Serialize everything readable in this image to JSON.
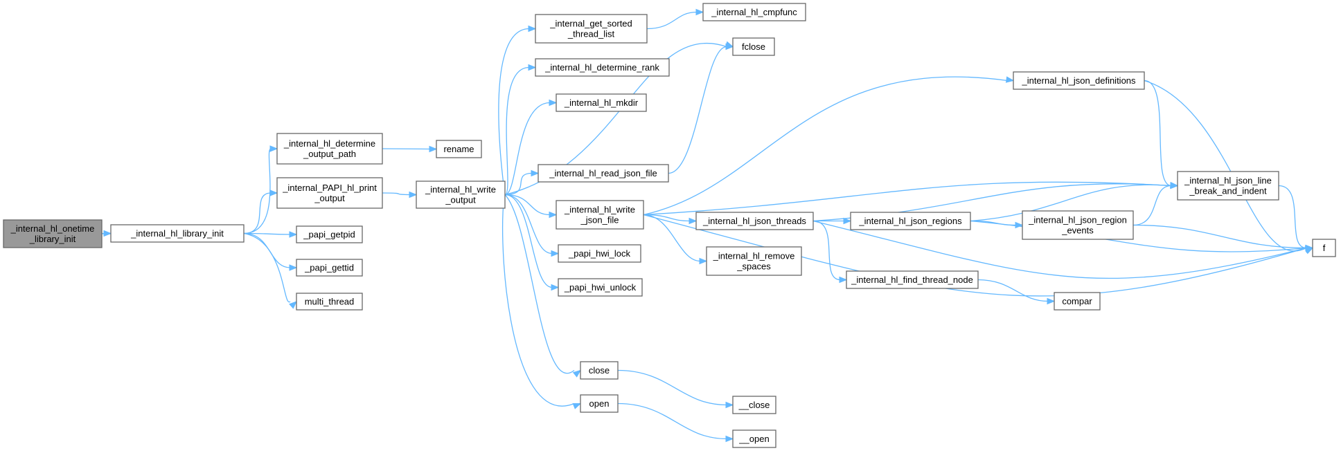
{
  "diagram": {
    "type": "call-graph",
    "colors": {
      "edge": "#63b8ff",
      "node_border": "#666666",
      "root_fill": "#999999",
      "node_fill": "#ffffff"
    },
    "nodes": [
      {
        "id": "onetime",
        "lines": [
          "_internal_hl_onetime",
          "_library_init"
        ],
        "root": true
      },
      {
        "id": "library_init",
        "lines": [
          "_internal_hl_library_init"
        ]
      },
      {
        "id": "determine_output_path",
        "lines": [
          "_internal_hl_determine",
          "_output_path"
        ]
      },
      {
        "id": "papi_print_output",
        "lines": [
          "_internal_PAPI_hl_print",
          "_output"
        ]
      },
      {
        "id": "papi_getpid",
        "lines": [
          "_papi_getpid"
        ]
      },
      {
        "id": "papi_gettid",
        "lines": [
          "_papi_gettid"
        ]
      },
      {
        "id": "multi_thread",
        "lines": [
          "multi_thread"
        ]
      },
      {
        "id": "rename",
        "lines": [
          "rename"
        ]
      },
      {
        "id": "write_output",
        "lines": [
          "_internal_hl_write",
          "_output"
        ]
      },
      {
        "id": "get_sorted_thread_list",
        "lines": [
          "_internal_get_sorted",
          "_thread_list"
        ]
      },
      {
        "id": "determine_rank",
        "lines": [
          "_internal_hl_determine_rank"
        ]
      },
      {
        "id": "mkdir",
        "lines": [
          "_internal_hl_mkdir"
        ]
      },
      {
        "id": "read_json_file",
        "lines": [
          "_internal_hl_read_json_file"
        ]
      },
      {
        "id": "write_json_file",
        "lines": [
          "_internal_hl_write",
          "_json_file"
        ]
      },
      {
        "id": "hwi_lock",
        "lines": [
          "_papi_hwi_lock"
        ]
      },
      {
        "id": "hwi_unlock",
        "lines": [
          "_papi_hwi_unlock"
        ]
      },
      {
        "id": "close",
        "lines": [
          "close"
        ]
      },
      {
        "id": "open",
        "lines": [
          "open"
        ]
      },
      {
        "id": "cmpfunc",
        "lines": [
          "_internal_hl_cmpfunc"
        ]
      },
      {
        "id": "fclose",
        "lines": [
          "fclose"
        ]
      },
      {
        "id": "json_threads",
        "lines": [
          "_internal_hl_json_threads"
        ]
      },
      {
        "id": "remove_spaces",
        "lines": [
          "_internal_hl_remove",
          "_spaces"
        ]
      },
      {
        "id": "__close",
        "lines": [
          "__close"
        ]
      },
      {
        "id": "__open",
        "lines": [
          "__open"
        ]
      },
      {
        "id": "json_definitions",
        "lines": [
          "_internal_hl_json_definitions"
        ]
      },
      {
        "id": "json_regions",
        "lines": [
          "_internal_hl_json_regions"
        ]
      },
      {
        "id": "find_thread_node",
        "lines": [
          "_internal_hl_find_thread_node"
        ]
      },
      {
        "id": "json_region_events",
        "lines": [
          "_internal_hl_json_region",
          "_events"
        ]
      },
      {
        "id": "compar",
        "lines": [
          "compar"
        ]
      },
      {
        "id": "json_line_break",
        "lines": [
          "_internal_hl_json_line",
          "_break_and_indent"
        ]
      },
      {
        "id": "f",
        "lines": [
          "f"
        ]
      }
    ],
    "edges": [
      [
        "onetime",
        "library_init"
      ],
      [
        "library_init",
        "determine_output_path"
      ],
      [
        "library_init",
        "papi_print_output"
      ],
      [
        "library_init",
        "papi_getpid"
      ],
      [
        "library_init",
        "papi_gettid"
      ],
      [
        "library_init",
        "multi_thread"
      ],
      [
        "determine_output_path",
        "rename"
      ],
      [
        "papi_print_output",
        "write_output"
      ],
      [
        "write_output",
        "get_sorted_thread_list"
      ],
      [
        "write_output",
        "determine_rank"
      ],
      [
        "write_output",
        "mkdir"
      ],
      [
        "write_output",
        "fclose"
      ],
      [
        "write_output",
        "read_json_file"
      ],
      [
        "write_output",
        "write_json_file"
      ],
      [
        "write_output",
        "hwi_lock"
      ],
      [
        "write_output",
        "hwi_unlock"
      ],
      [
        "write_output",
        "close"
      ],
      [
        "write_output",
        "open"
      ],
      [
        "get_sorted_thread_list",
        "cmpfunc"
      ],
      [
        "read_json_file",
        "fclose"
      ],
      [
        "write_json_file",
        "json_definitions"
      ],
      [
        "write_json_file",
        "json_line_break"
      ],
      [
        "write_json_file",
        "json_threads"
      ],
      [
        "write_json_file",
        "remove_spaces"
      ],
      [
        "write_json_file",
        "f"
      ],
      [
        "json_threads",
        "json_line_break"
      ],
      [
        "json_threads",
        "json_regions"
      ],
      [
        "json_threads",
        "find_thread_node"
      ],
      [
        "json_threads",
        "f"
      ],
      [
        "json_regions",
        "json_line_break"
      ],
      [
        "json_regions",
        "json_region_events"
      ],
      [
        "json_regions",
        "f"
      ],
      [
        "json_region_events",
        "json_line_break"
      ],
      [
        "json_region_events",
        "f"
      ],
      [
        "json_definitions",
        "json_line_break"
      ],
      [
        "json_definitions",
        "f"
      ],
      [
        "json_line_break",
        "f"
      ],
      [
        "find_thread_node",
        "compar"
      ],
      [
        "close",
        "__close"
      ],
      [
        "open",
        "__open"
      ]
    ]
  }
}
